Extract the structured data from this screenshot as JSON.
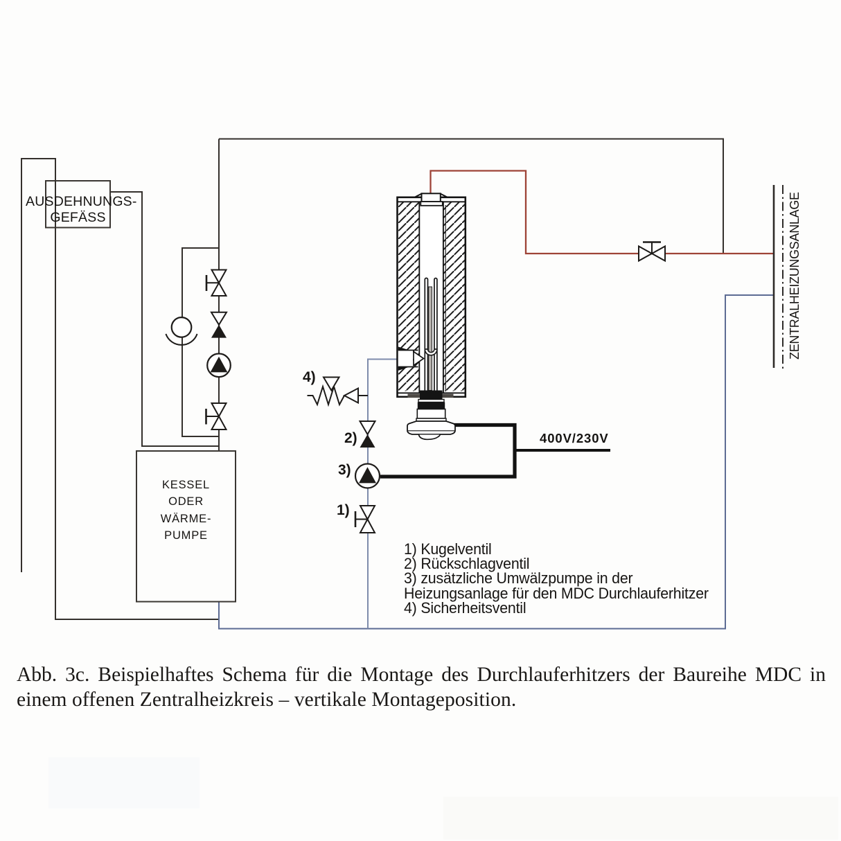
{
  "figure": {
    "expansion_vessel": {
      "line1": "AUSDEHNUNGS-",
      "line2": "GEFÄSS"
    },
    "boiler": {
      "line1": "KESSEL",
      "line2": "ODER",
      "line3": "WÄRME-",
      "line4": "PUMPE"
    },
    "wall_label": "ZENTRALHEIZUNGSANLAGE",
    "power_label": "400V/230V",
    "callouts": {
      "safety_valve": "4)",
      "check_valve": "2)",
      "pump": "3)",
      "ball_valve": "1)"
    },
    "legend": {
      "items": [
        "1) Kugelventil",
        "2) Rückschlagventil",
        "3) zusätzliche Umwälzpumpe in der",
        "Heizungsanlage für den MDC Durchlauferhitzer",
        "4) Sicherheitsventil"
      ]
    },
    "caption": {
      "line1": "Abb. 3c. Beispielhaftes Schema für die Montage des Durchlauferhitzers der Baureihe MDC in",
      "line2": "einem offenen Zentralheizkreis – vertikale Montageposition."
    }
  },
  "colors": {
    "background": "#fdfdfc",
    "ink": "#1d1b19",
    "pipe_dark": "#34302c",
    "pipe_blue": "#5c6b93",
    "pipe_blue_light": "#7e8cab",
    "pipe_red": "#9e4337",
    "cable": "#121212",
    "text": "#161412"
  }
}
